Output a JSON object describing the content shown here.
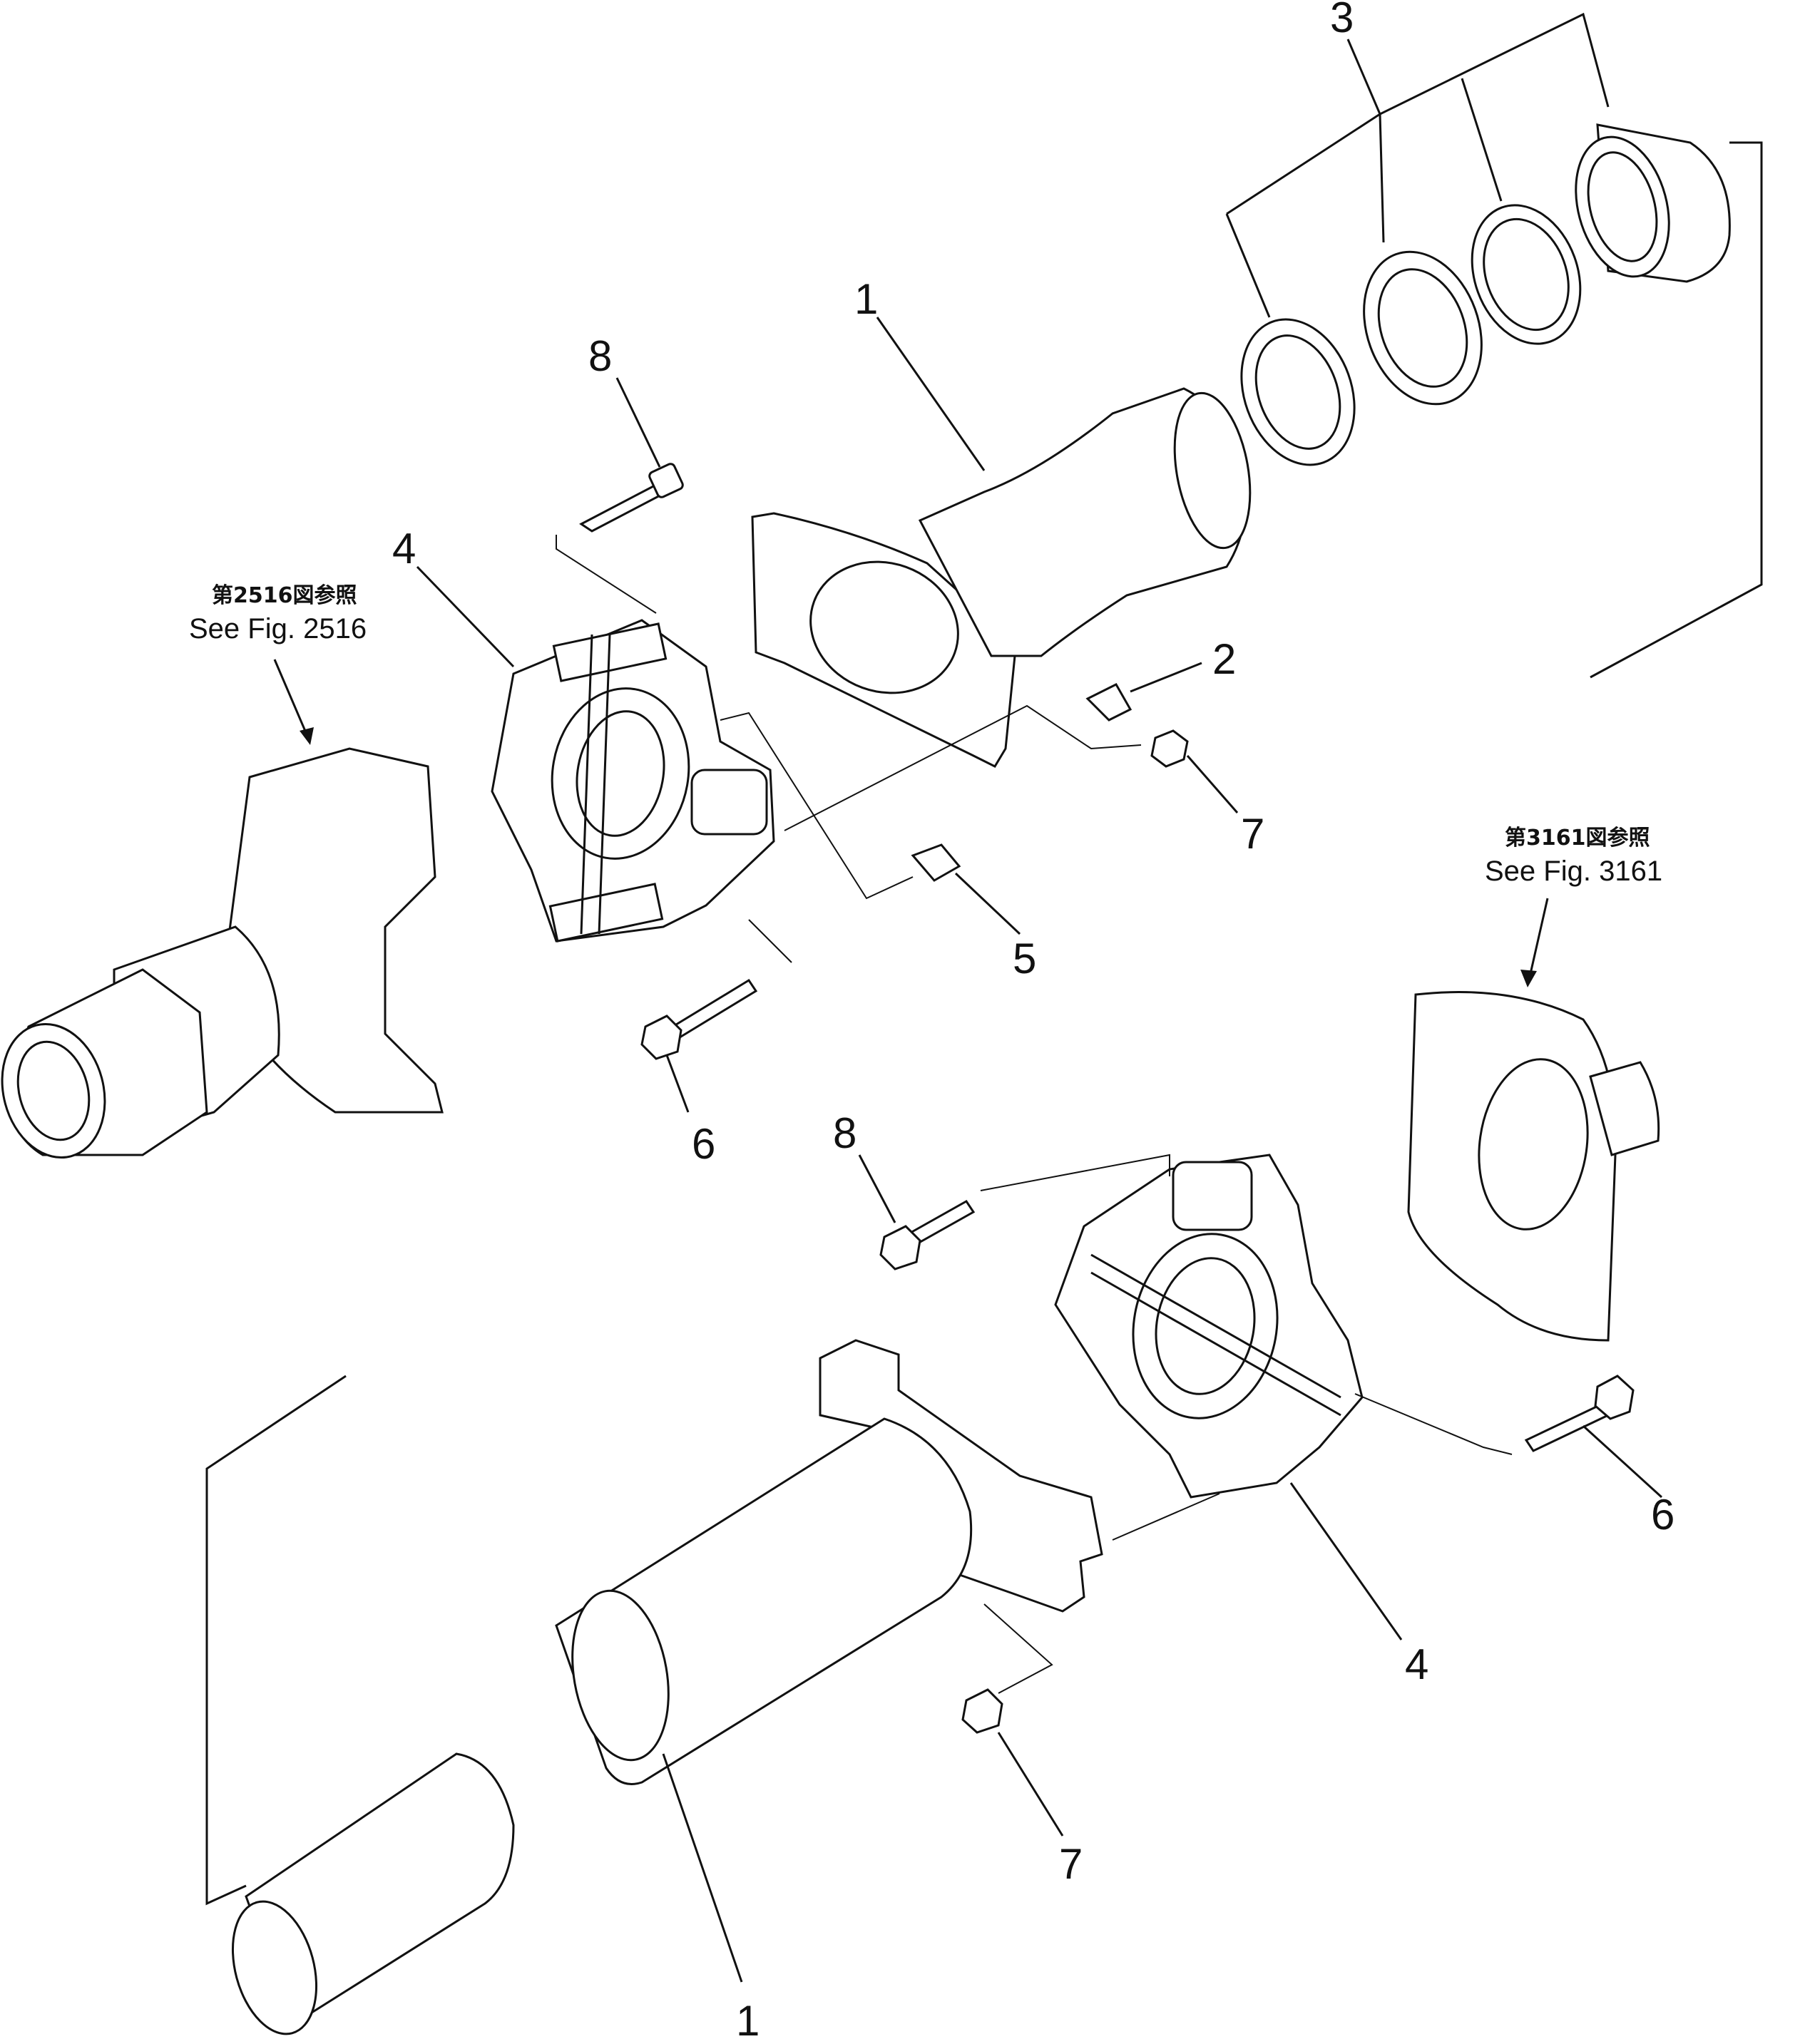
{
  "callouts": {
    "top": {
      "shaft": "1",
      "grease_fitting": "2",
      "bearing_set": "3",
      "spider_assembly": "4",
      "fitting": "5",
      "bolt": "6",
      "nut": "7",
      "bolt_top": "8"
    },
    "bottom": {
      "shaft": "1",
      "spider_assembly": "4",
      "bolt": "8",
      "nut": "7"
    }
  },
  "references": {
    "left": {
      "jp": "第2516図参照",
      "en": "See Fig. 2516"
    },
    "right": {
      "jp": "第3161図参照",
      "en": "See Fig. 3161"
    }
  }
}
